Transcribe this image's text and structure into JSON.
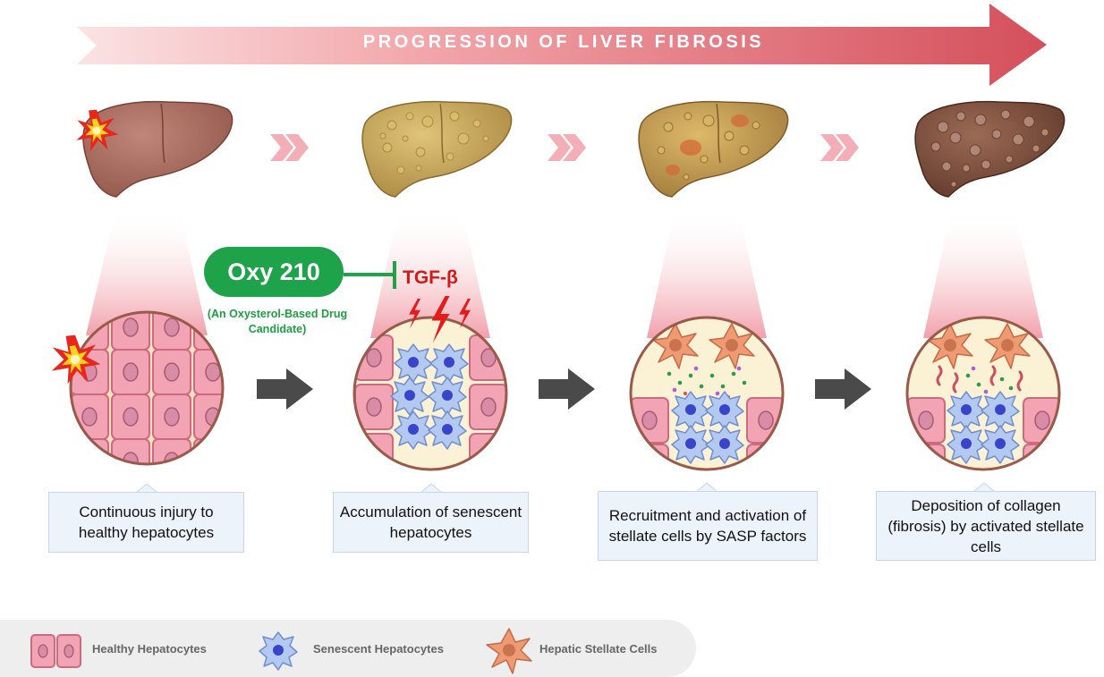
{
  "banner": {
    "title": "PROGRESSION OF LIVER FIBROSIS"
  },
  "drug": {
    "name": "Oxy 210",
    "subtitle": "(An Oxysterol-Based Drug Candidate)",
    "target": "TGF-β"
  },
  "stages": [
    {
      "caption": "Continuous injury to healthy hepatocytes"
    },
    {
      "caption": "Accumulation of senescent hepatocytes"
    },
    {
      "caption": "Recruitment  and activation of stellate cells by SASP factors"
    },
    {
      "caption": "Deposition of collagen (fibrosis) by activated stellate cells"
    }
  ],
  "legend": [
    {
      "label": "Healthy Hepatocytes",
      "icon": "healthy-hepatocyte-icon"
    },
    {
      "label": "Senescent Hepatocytes",
      "icon": "senescent-hepatocyte-icon"
    },
    {
      "label": "Hepatic Stellate Cells",
      "icon": "stellate-cell-icon"
    }
  ],
  "colors": {
    "banner_start": "#f8d7d8",
    "banner_end": "#d6505c",
    "drug_green": "#1ea34a",
    "tgf_red": "#d41818",
    "healthy_liver": "#a8675b",
    "fatty_liver": "#c7a55a",
    "fibrotic_liver": "#7d4e3e",
    "hepatocyte_pink": "#f2a3b4",
    "senescent_blue": "#a9c2ef",
    "stellate_orange": "#ec9a72",
    "caption_bg": "#edf3fb"
  }
}
